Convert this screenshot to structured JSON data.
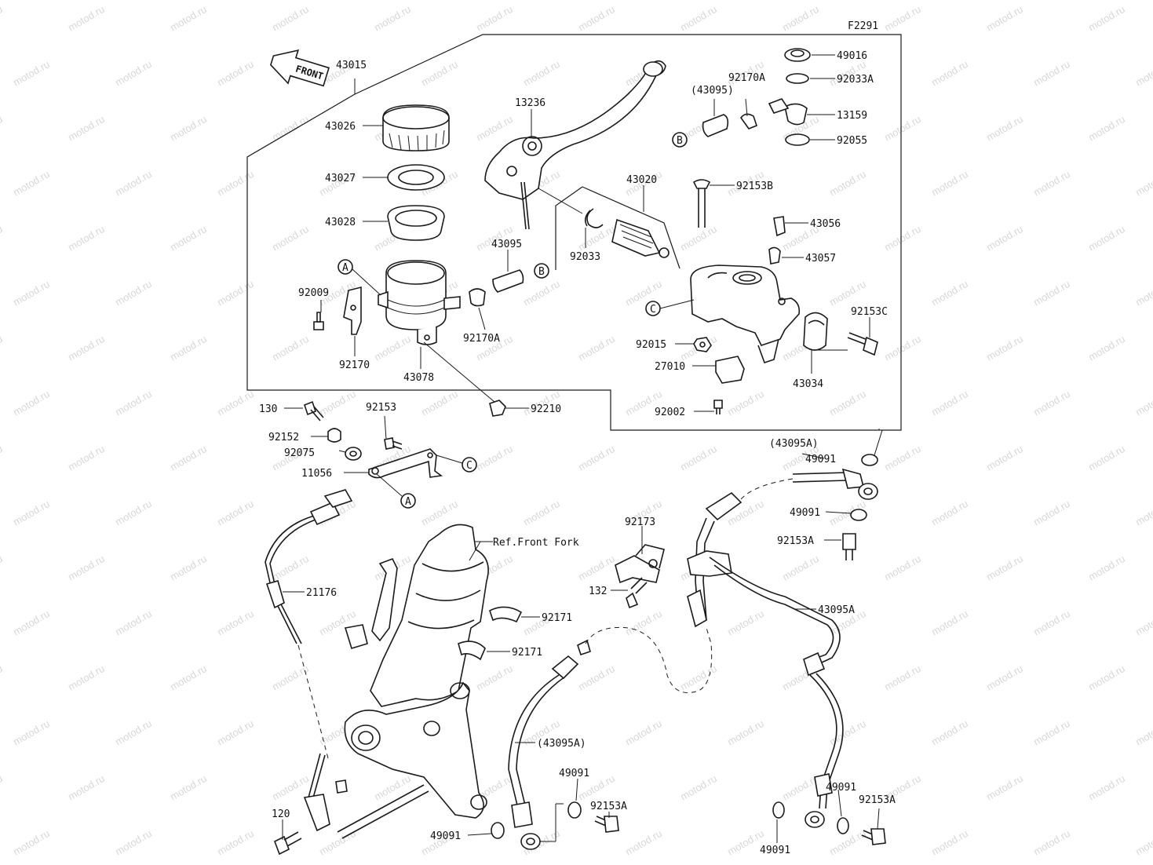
{
  "diagram_code": "F2291",
  "front_label": "FRONT",
  "watermark": "motod.ru",
  "ref_label": "Ref.Front Fork",
  "callouts": {
    "A": "A",
    "B": "B",
    "C": "C"
  },
  "part_labels": {
    "p43015": "43015",
    "p43026": "43026",
    "p43027": "43027",
    "p43028": "43028",
    "p92009": "92009",
    "p92170": "92170",
    "p43078": "43078",
    "p92170A_a": "92170A",
    "p43095": "43095",
    "p13236": "13236",
    "p92033": "92033",
    "p43020": "43020",
    "p43095_paren": "(43095)",
    "p92170A_b": "92170A",
    "p49016": "49016",
    "p92033A": "92033A",
    "p13159": "13159",
    "p92055": "92055",
    "p92153B": "92153B",
    "p43056": "43056",
    "p43057": "43057",
    "p92153C": "92153C",
    "p92015": "92015",
    "p27010": "27010",
    "p43034": "43034",
    "p92002": "92002",
    "p92210": "92210",
    "p130": "130",
    "p92153": "92153",
    "p92152": "92152",
    "p92075": "92075",
    "p11056": "11056",
    "p43095A_paren_top": "(43095A)",
    "p49091_a": "49091",
    "p49091_b": "49091",
    "p92153A_a": "92153A",
    "p92173": "92173",
    "p132": "132",
    "p43095A": "43095A",
    "p21176": "21176",
    "p92171_a": "92171",
    "p92171_b": "92171",
    "p43095A_paren_bottom": "(43095A)",
    "p49091_c": "49091",
    "p92153A_b": "92153A",
    "p49091_d": "49091",
    "p120": "120",
    "p49091_e": "49091",
    "p92153A_c": "92153A",
    "p49091_f": "49091"
  }
}
